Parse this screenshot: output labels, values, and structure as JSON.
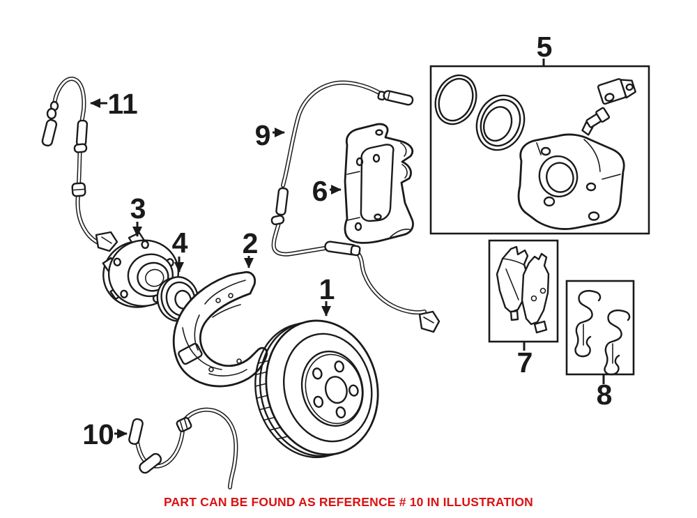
{
  "diagram_title": "Front brake parts illustration",
  "colors": {
    "background": "#ffffff",
    "line": "#1a1a1a",
    "caption": "#db1111"
  },
  "parts": [
    {
      "label": "1",
      "name": "brake-disc"
    },
    {
      "label": "2",
      "name": "brake-dust-shield"
    },
    {
      "label": "3",
      "name": "wheel-hub-with-bearing"
    },
    {
      "label": "4",
      "name": "collar-nut"
    },
    {
      "label": "5",
      "name": "brake-caliper-repair-kit"
    },
    {
      "label": "6",
      "name": "caliper-carrier-bracket"
    },
    {
      "label": "7",
      "name": "brake-pad-set"
    },
    {
      "label": "8",
      "name": "pad-retaining-clip-set"
    },
    {
      "label": "9",
      "name": "brake-pad-wear-sensor"
    },
    {
      "label": "10",
      "name": "abs-speed-sensor"
    },
    {
      "label": "11",
      "name": "abs-sensor-wire"
    }
  ],
  "caption": {
    "text": "PART CAN BE FOUND AS REFERENCE # 10 IN ILLUSTRATION",
    "referenced_part": "10"
  }
}
